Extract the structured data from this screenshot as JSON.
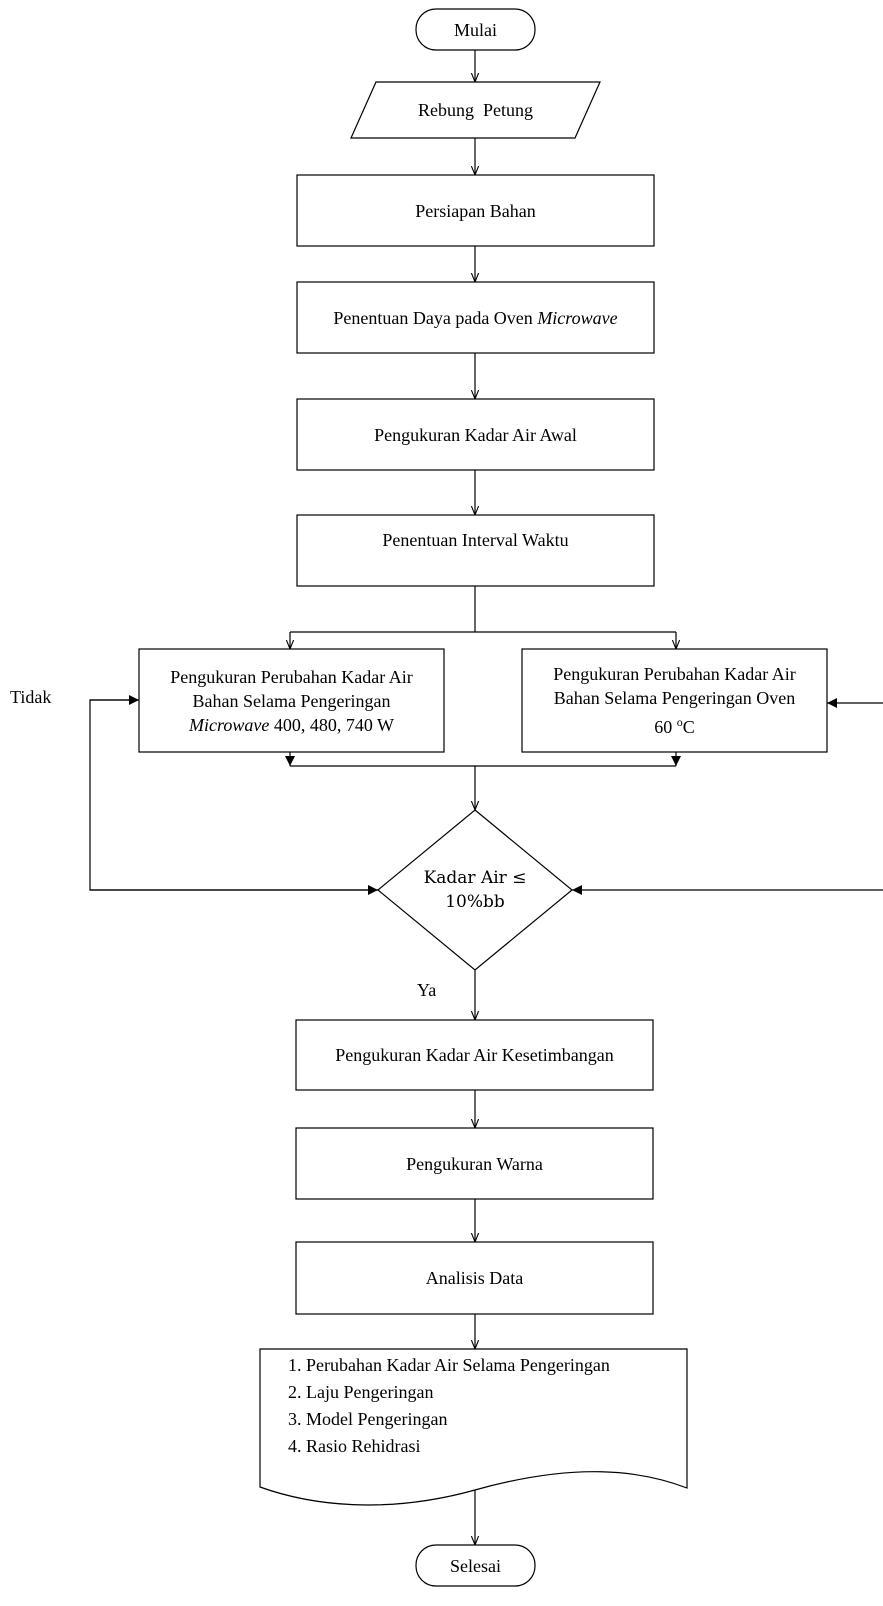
{
  "flowchart": {
    "start": "Mulai",
    "input": "Rebung  Petung",
    "step_prep": "Persiapan Bahan",
    "step_power": {
      "text": "Penentuan Daya pada Oven ",
      "italic": "Microwave"
    },
    "step_initial_moisture": "Pengukuran Kadar Air Awal",
    "step_interval": "Penentuan Interval Waktu",
    "branch_microwave": {
      "line1": "Pengukuran Perubahan Kadar Air",
      "line2": "Bahan Selama Pengeringan",
      "line3_italic": "Microwave",
      "line3_rest": " 400, 480, 740 W"
    },
    "branch_oven": {
      "line1": "Pengukuran Perubahan Kadar Air",
      "line2": "Bahan Selama Pengeringan Oven",
      "line3_value": "60 ",
      "line3_sup": "o",
      "line3_unit": "C"
    },
    "decision": {
      "line1": "Kadar Air ≤",
      "line2": "10%bb"
    },
    "label_no": "Tidak",
    "label_yes": "Ya",
    "step_equilibrium": "Pengukuran Kadar Air Kesetimbangan",
    "step_color": "Pengukuran Warna",
    "step_analysis": "Analisis Data",
    "outputs": [
      "1. Perubahan Kadar Air Selama Pengeringan",
      "2. Laju Pengeringan",
      "3. Model Pengeringan",
      "4. Rasio Rehidrasi"
    ],
    "end": "Selesai"
  }
}
